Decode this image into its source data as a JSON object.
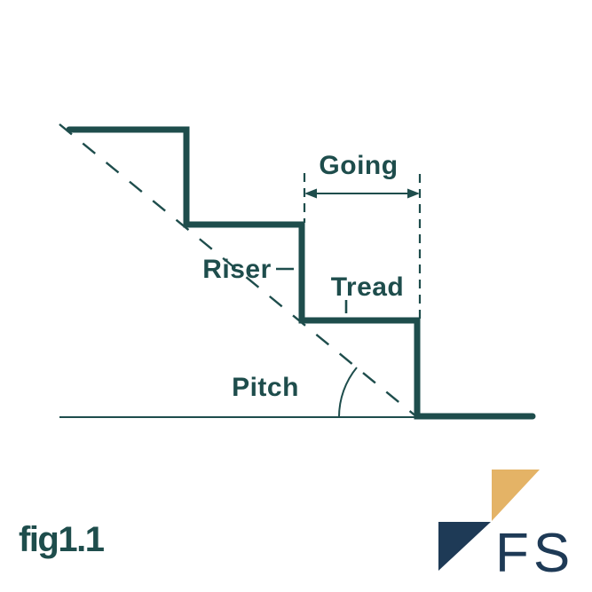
{
  "diagram": {
    "labels": {
      "going": "Going",
      "riser": "Riser",
      "tread": "Tread",
      "pitch": "Pitch"
    },
    "figure_label": "fig1.1"
  },
  "logo": {
    "text": "FS"
  },
  "colors": {
    "teal": "#1e4d4c",
    "gold": "#e4b366",
    "navy": "#1e3a56",
    "bg": "#ffffff"
  }
}
